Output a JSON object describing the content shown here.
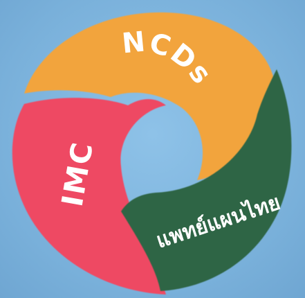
{
  "segments": {
    "top": {
      "label": "NCDs",
      "color": "#f2a43e"
    },
    "left": {
      "label": "IMC",
      "color": "#ee4a64"
    },
    "right": {
      "label": "แพทย์แผนไทย",
      "color": "#2f6545"
    }
  },
  "colors": {
    "background": "#7fb4dc",
    "text": "#ffffff"
  }
}
